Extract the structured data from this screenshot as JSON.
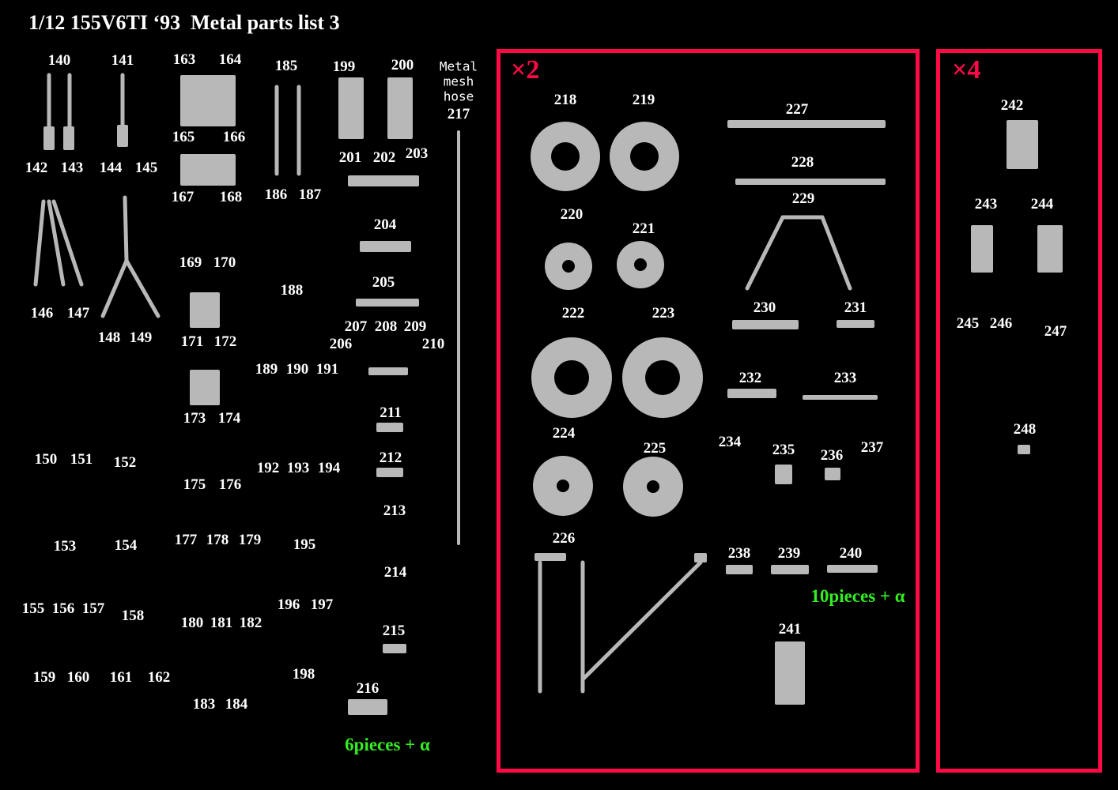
{
  "title": "1/12 155V6TI ‘93  Metal parts list 3",
  "hose_label": [
    "Metal",
    "mesh",
    "hose"
  ],
  "notes": {
    "left": "6pieces + α",
    "middle": "10pieces + α"
  },
  "groups": {
    "x2": "×2",
    "x4": "×4"
  },
  "colors": {
    "frame": "#ff0a47",
    "note": "#33ee22",
    "part": "#b8b8b8"
  },
  "parts": {
    "p140": "140",
    "p141": "141",
    "p142": "142",
    "p143": "143",
    "p144": "144",
    "p145": "145",
    "p146": "146",
    "p147": "147",
    "p148": "148",
    "p149": "149",
    "p150": "150",
    "p151": "151",
    "p152": "152",
    "p153": "153",
    "p154": "154",
    "p155": "155",
    "p156": "156",
    "p157": "157",
    "p158": "158",
    "p159": "159",
    "p160": "160",
    "p161": "161",
    "p162": "162",
    "p163": "163",
    "p164": "164",
    "p165": "165",
    "p166": "166",
    "p167": "167",
    "p168": "168",
    "p169": "169",
    "p170": "170",
    "p171": "171",
    "p172": "172",
    "p173": "173",
    "p174": "174",
    "p175": "175",
    "p176": "176",
    "p177": "177",
    "p178": "178",
    "p179": "179",
    "p180": "180",
    "p181": "181",
    "p182": "182",
    "p183": "183",
    "p184": "184",
    "p185": "185",
    "p186": "186",
    "p187": "187",
    "p188": "188",
    "p189": "189",
    "p190": "190",
    "p191": "191",
    "p192": "192",
    "p193": "193",
    "p194": "194",
    "p195": "195",
    "p196": "196",
    "p197": "197",
    "p198": "198",
    "p199": "199",
    "p200": "200",
    "p201": "201",
    "p202": "202",
    "p203": "203",
    "p204": "204",
    "p205": "205",
    "p206": "206",
    "p207": "207",
    "p208": "208",
    "p209": "209",
    "p210": "210",
    "p211": "211",
    "p212": "212",
    "p213": "213",
    "p214": "214",
    "p215": "215",
    "p216": "216",
    "p217": "217",
    "p218": "218",
    "p219": "219",
    "p220": "220",
    "p221": "221",
    "p222": "222",
    "p223": "223",
    "p224": "224",
    "p225": "225",
    "p226": "226",
    "p227": "227",
    "p228": "228",
    "p229": "229",
    "p230": "230",
    "p231": "231",
    "p232": "232",
    "p233": "233",
    "p234": "234",
    "p235": "235",
    "p236": "236",
    "p237": "237",
    "p238": "238",
    "p239": "239",
    "p240": "240",
    "p241": "241",
    "p242": "242",
    "p243": "243",
    "p244": "244",
    "p245": "245",
    "p246": "246",
    "p247": "247",
    "p248": "248"
  }
}
